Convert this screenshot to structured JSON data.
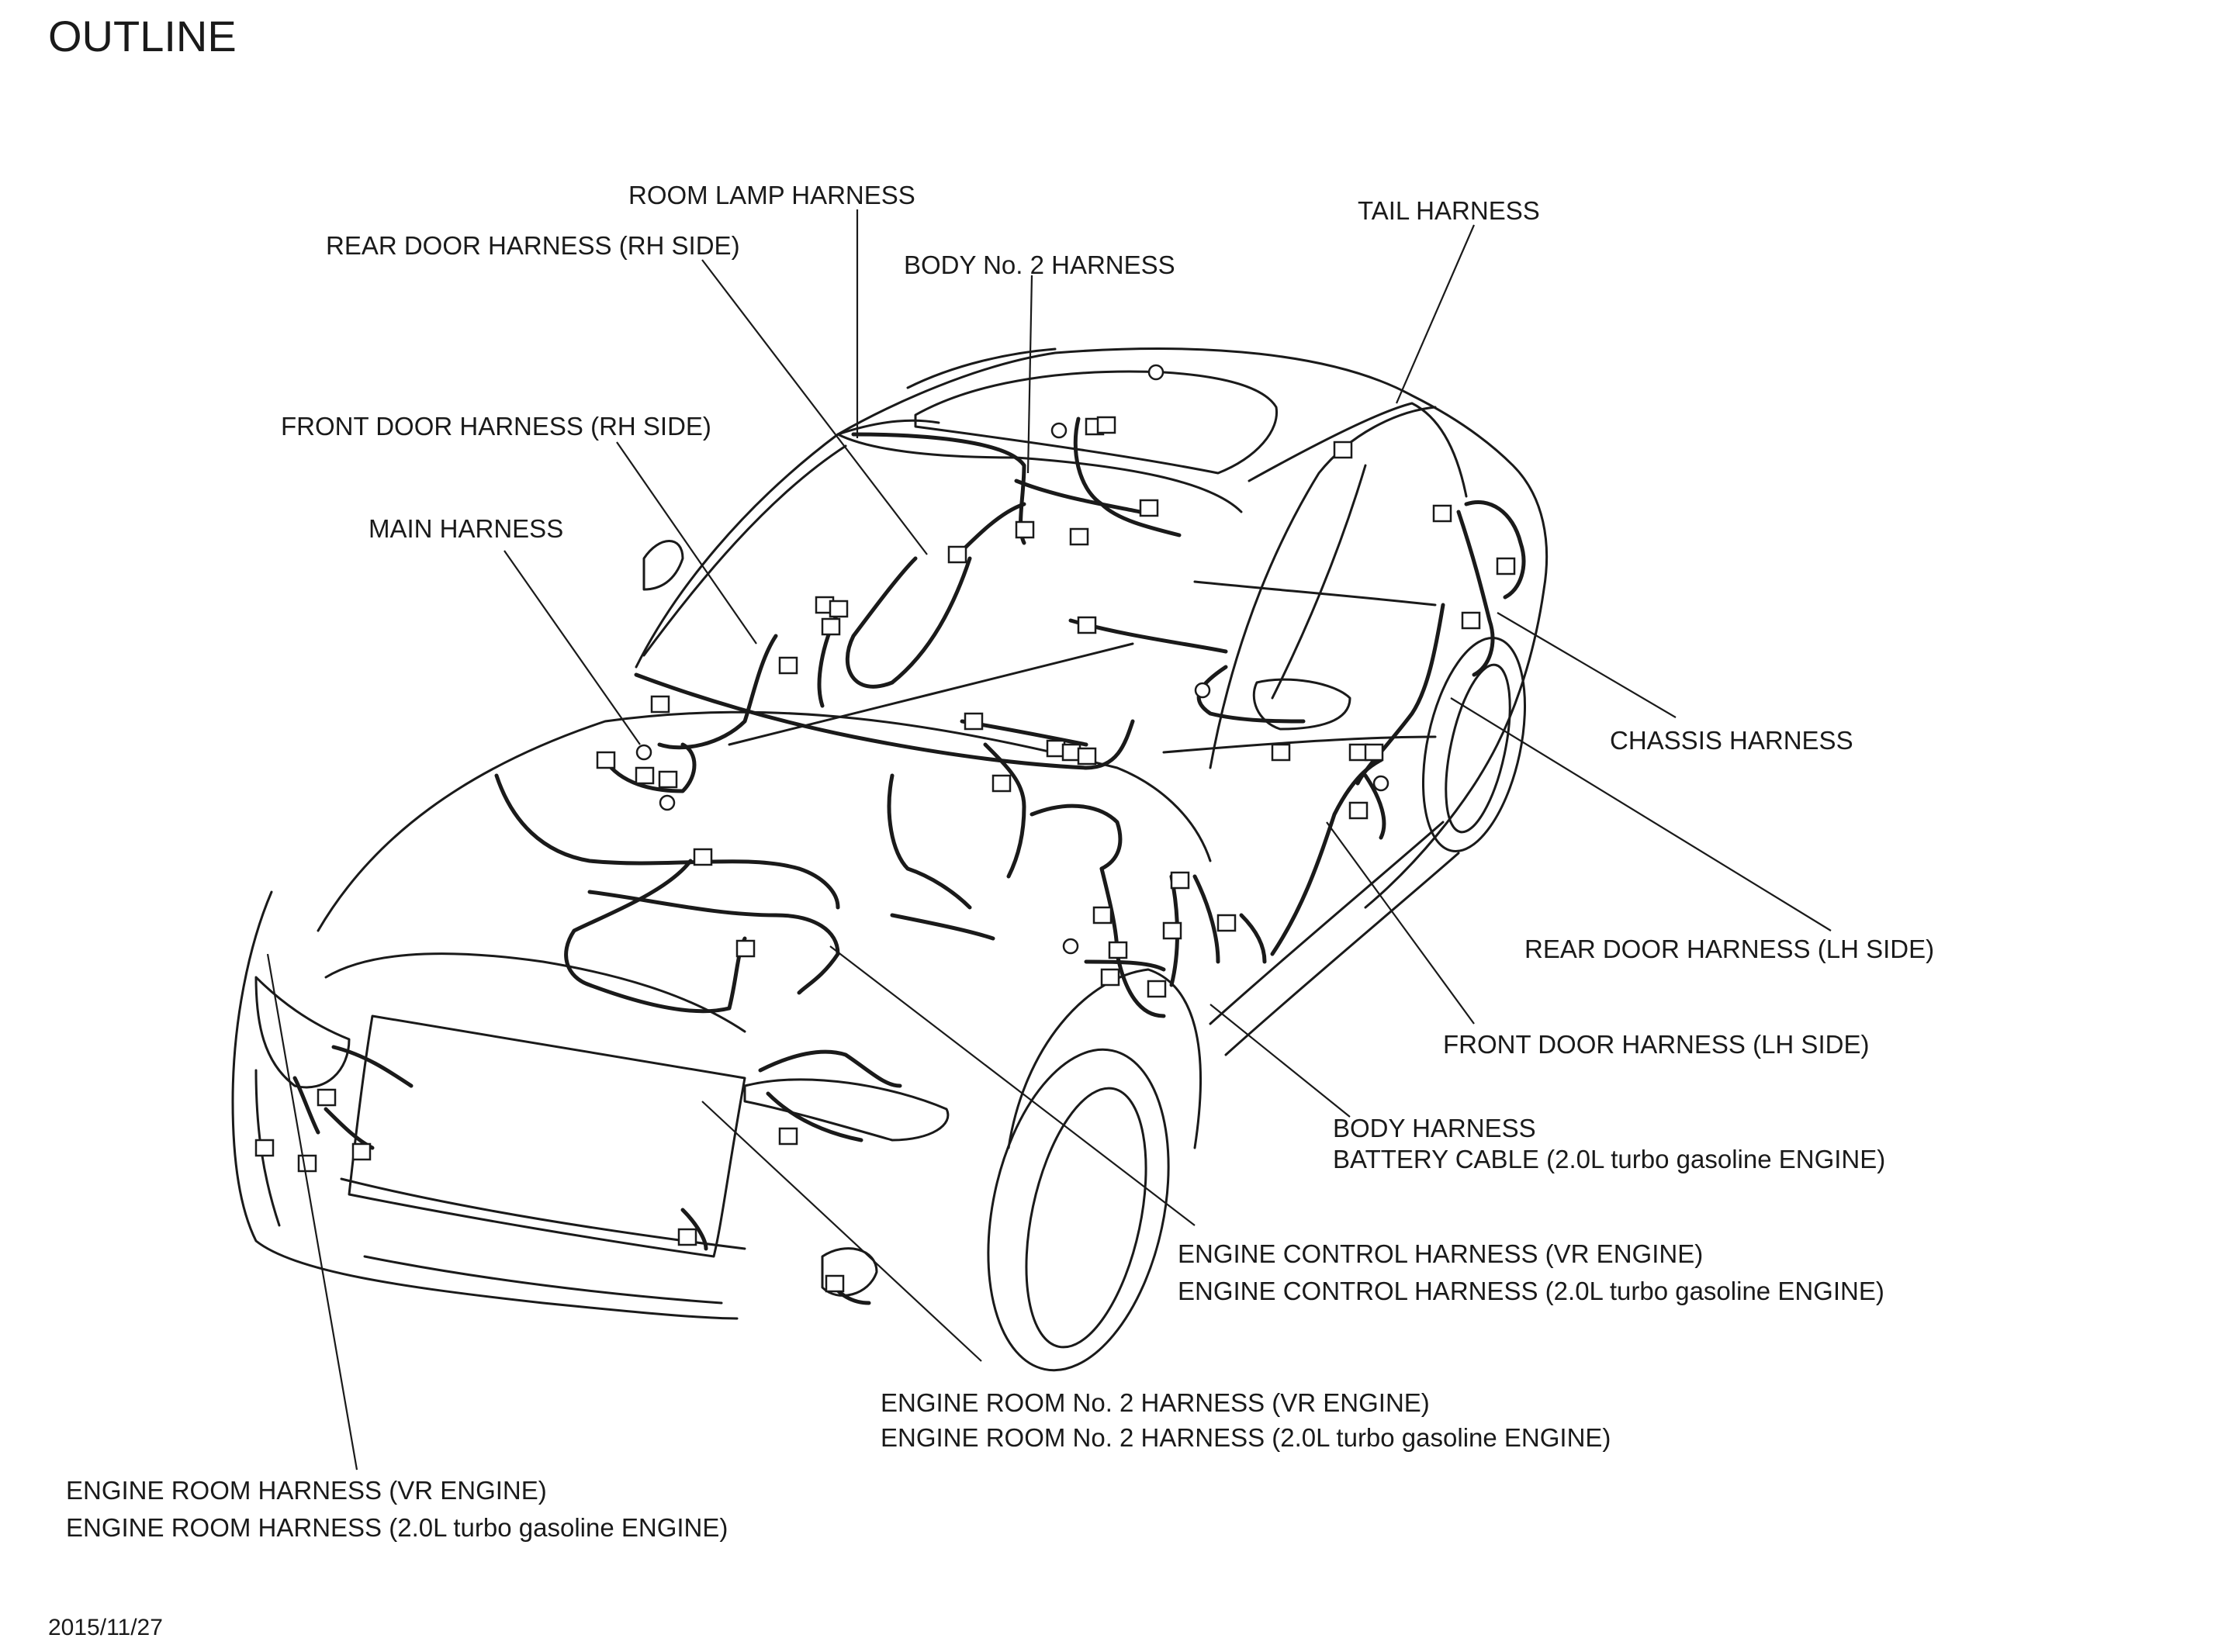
{
  "page": {
    "title": "OUTLINE",
    "date": "2015/11/27"
  },
  "labels": {
    "room_lamp": "ROOM LAMP HARNESS",
    "rear_door_rh": "REAR DOOR HARNESS (RH SIDE)",
    "body_no2": "BODY No. 2 HARNESS",
    "tail": "TAIL HARNESS",
    "front_door_rh": "FRONT DOOR HARNESS (RH SIDE)",
    "main": "MAIN HARNESS",
    "chassis": "CHASSIS HARNESS",
    "rear_door_lh": "REAR DOOR HARNESS (LH SIDE)",
    "front_door_lh": "FRONT DOOR HARNESS (LH SIDE)",
    "body": "BODY HARNESS",
    "battery_cable": "BATTERY CABLE (2.0L turbo gasoline ENGINE)",
    "engine_control_vr": "ENGINE CONTROL HARNESS (VR ENGINE)",
    "engine_control_20": "ENGINE CONTROL HARNESS (2.0L turbo gasoline ENGINE)",
    "engine_room2_vr": "ENGINE ROOM No. 2 HARNESS (VR ENGINE)",
    "engine_room2_20": "ENGINE ROOM No. 2 HARNESS (2.0L turbo gasoline ENGINE)",
    "engine_room_vr": "ENGINE ROOM HARNESS (VR ENGINE)",
    "engine_room_20": "ENGINE ROOM HARNESS (2.0L turbo gasoline ENGINE)"
  }
}
